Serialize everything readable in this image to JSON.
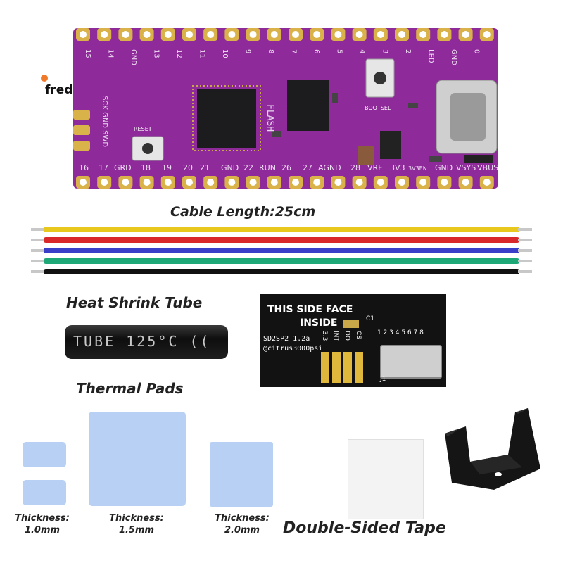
{
  "watermark": "fredasander",
  "board": {
    "top_labels": [
      "15",
      "14",
      "GND",
      "13",
      "12",
      "11",
      "10",
      "9",
      "8",
      "7",
      "6",
      "5",
      "4",
      "3",
      "2",
      "LED",
      "GND",
      "0"
    ],
    "bottom_labels": [
      "16",
      "17",
      "GRD",
      "18",
      "19",
      "20",
      "21",
      "GND",
      "22",
      "RUN",
      "26",
      "27",
      "AGND",
      "28",
      "VRF",
      "3V3",
      "3V3EN",
      "GND",
      "VSYS",
      "VBUS"
    ],
    "side_labels": "SCK GND SWD",
    "flash_label": "FLASH",
    "bootsel_label": "BOOTSEL",
    "reset_label": "RESET"
  },
  "cable": {
    "title": "Cable Length:25cm",
    "wire_colors": [
      "#e8c81c",
      "#d8282a",
      "#3a3ec8",
      "#1ea878",
      "#111111"
    ]
  },
  "heat_shrink": {
    "title": "Heat Shrink Tube",
    "print": "TUBE 125°C (("
  },
  "adapter": {
    "line1": "THIS SIDE FACE",
    "line2": "INSIDE",
    "c1": "C1",
    "model": "SD2SP2 1.2a",
    "credit": "@citrus3000psi",
    "pins": [
      "3.3",
      "INT",
      "DO",
      "CS"
    ],
    "numbers": "1 2 3 4 5 6 7 8",
    "j1": "J1"
  },
  "thermal": {
    "title": "Thermal Pads",
    "thickness": [
      {
        "line1": "Thickness:",
        "line2": "1.0mm"
      },
      {
        "line1": "Thickness:",
        "line2": "1.5mm"
      },
      {
        "line1": "Thickness:",
        "line2": "2.0mm"
      }
    ],
    "pad_color": "#b8d0f4"
  },
  "tape": {
    "title": "Double-Sided Tape"
  },
  "colors": {
    "pcb": "#8e2a9a",
    "gold": "#d9b24a"
  }
}
